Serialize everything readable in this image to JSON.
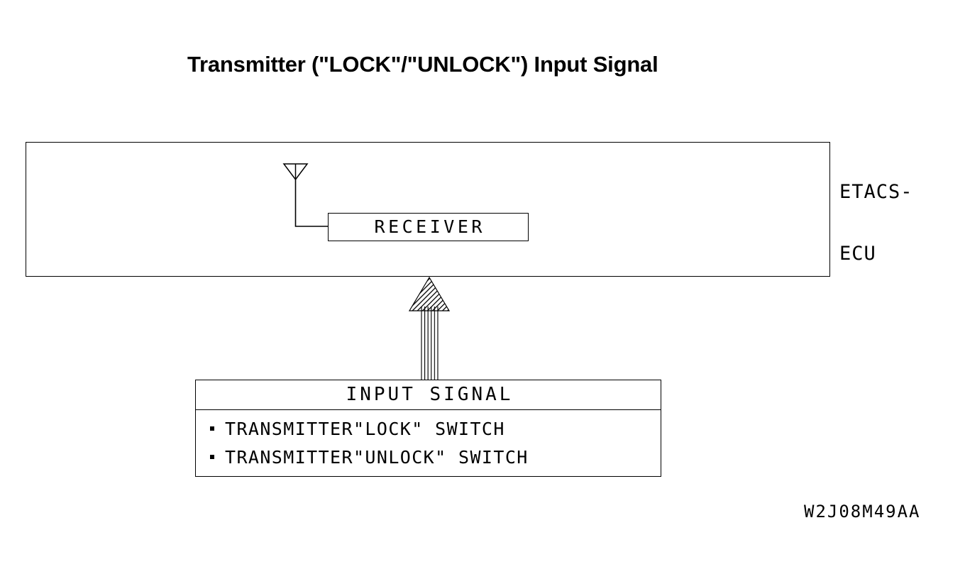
{
  "diagram": {
    "title": "Transmitter (\"LOCK\"/\"UNLOCK\") Input Signal",
    "drawing_code": "W2J08M49AA",
    "line_color": "#000000",
    "background_color": "#ffffff"
  },
  "ecu": {
    "label_line1": "ETACS-",
    "label_line2": "ECU",
    "receiver_label": "RECEIVER",
    "antenna_icon": "antenna-icon"
  },
  "signal_flow": {
    "arrow_icon": "hatched-up-arrow-icon",
    "direction": "up",
    "from": "INPUT SIGNAL",
    "to": "ETACS-ECU"
  },
  "input_signal": {
    "header": "INPUT SIGNAL",
    "items": [
      {
        "bullet": "square-bullet",
        "text": "TRANSMITTER\"LOCK\" SWITCH"
      },
      {
        "bullet": "square-bullet",
        "text": "TRANSMITTER\"UNLOCK\" SWITCH"
      }
    ]
  }
}
